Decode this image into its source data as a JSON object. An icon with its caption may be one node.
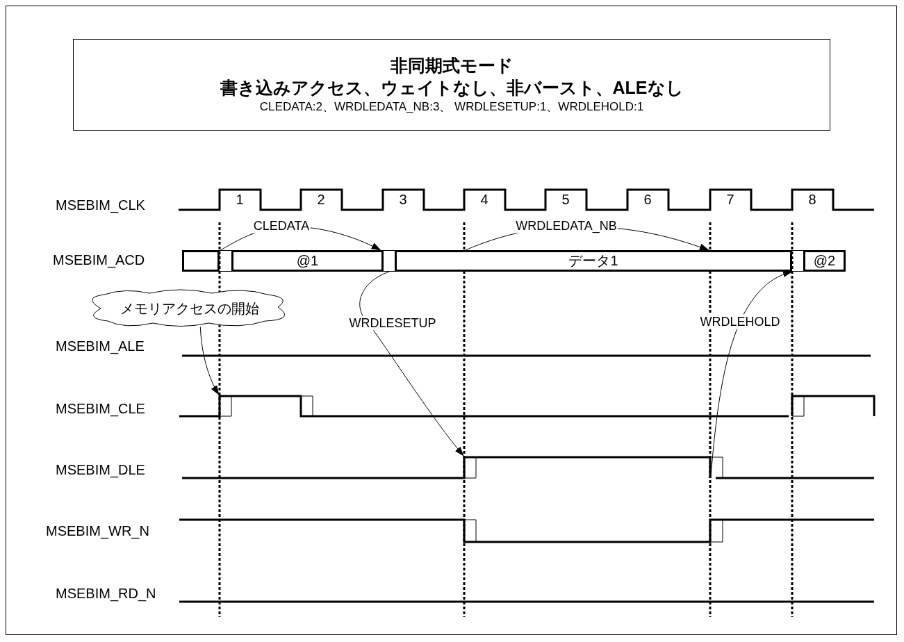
{
  "diagram": {
    "nodes": [
      {
        "text": [
          "非同期式モード",
          "書き込みアクセス、ウェイトなし、非バースト、ALEなし",
          "CLEDATA:2、WRDLEDATA_NB:3、 WRDLESETUP:1、WRDLEHOLD:1"
        ]
      },
      {
        "text": [
          "メモリアクセスの開始"
        ]
      },
      {
        "text": [
          "@1"
        ]
      },
      {
        "text": [
          "データ1"
        ]
      },
      {
        "text": [
          "@2"
        ]
      },
      {
        "text": [],
        "shape": "box"
      },
      {
        "text": [],
        "shape": "box"
      },
      {
        "text": [],
        "shape": "box"
      },
      {
        "text": [],
        "shape": "box"
      }
    ],
    "edges": [
      {
        "from": 6,
        "to": 2,
        "arrow": "to",
        "label": "CLEDATA"
      },
      {
        "from": null,
        "to": 3,
        "arrow": "to",
        "label": "WRDLEDATA_NB"
      },
      {
        "from": 7,
        "to": null,
        "arrow": "to",
        "label": "WRDLESETUP"
      },
      {
        "from": null,
        "to": 3,
        "arrow": "to",
        "label": "WRDLEHOLD"
      },
      {
        "from": 1,
        "to": null,
        "arrow": "to"
      }
    ],
    "labels": [
      "MSEBIM_CLK",
      "1",
      "2",
      "3",
      "4",
      "5",
      "6",
      "7",
      "8",
      "MSEBIM_ACD",
      "MSEBIM_ALE",
      "MSEBIM_CLE",
      "MSEBIM_DLE",
      "MSEBIM_WR_N",
      "MSEBIM_RD_N"
    ]
  }
}
